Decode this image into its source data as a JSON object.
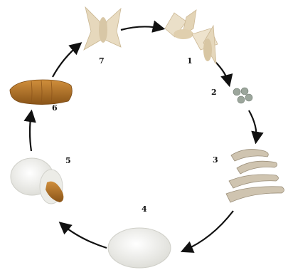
{
  "stages": [
    {
      "number": "1",
      "name": "mating-moths"
    },
    {
      "number": "2",
      "name": "eggs"
    },
    {
      "number": "3",
      "name": "larvae"
    },
    {
      "number": "4",
      "name": "cocoon"
    },
    {
      "number": "5",
      "name": "pupa-emerging-from-cocoon"
    },
    {
      "number": "6",
      "name": "pupa"
    },
    {
      "number": "7",
      "name": "adult-moth"
    }
  ],
  "colors": {
    "arrow": "#111111",
    "moth": "#e8dcc4",
    "egg": "#9aa59a",
    "larva": "#c9bda8",
    "cocoon": "#f2f2ef",
    "pupa": "#b8772a"
  }
}
